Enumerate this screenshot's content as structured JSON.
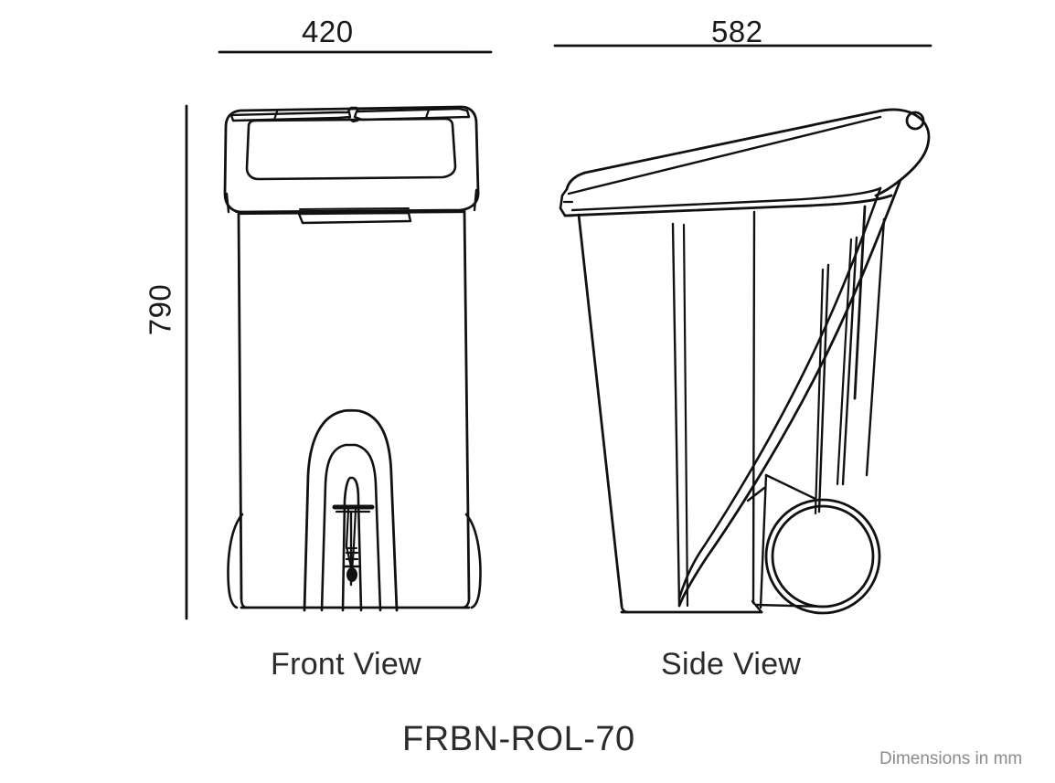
{
  "drawing": {
    "title_code": "FRBN-ROL-70",
    "footnote": "Dimensions in mm",
    "stroke_color": "#111111",
    "text_color": "#2b2b2b",
    "dim_text_color": "#1a1a1a",
    "footnote_color": "#8b8b8b",
    "background": "#ffffff",
    "views": [
      {
        "name": "front",
        "label": "Front View",
        "width_mm": "420",
        "height_mm": "790"
      },
      {
        "name": "side",
        "label": "Side View",
        "width_mm": "582"
      }
    ],
    "dimensions": {
      "front_width": "420",
      "side_width": "582",
      "height": "790",
      "units": "mm"
    },
    "icons": {
      "hinge_pin": "circle-icon",
      "wheel": "wheel-circle-icon"
    }
  }
}
